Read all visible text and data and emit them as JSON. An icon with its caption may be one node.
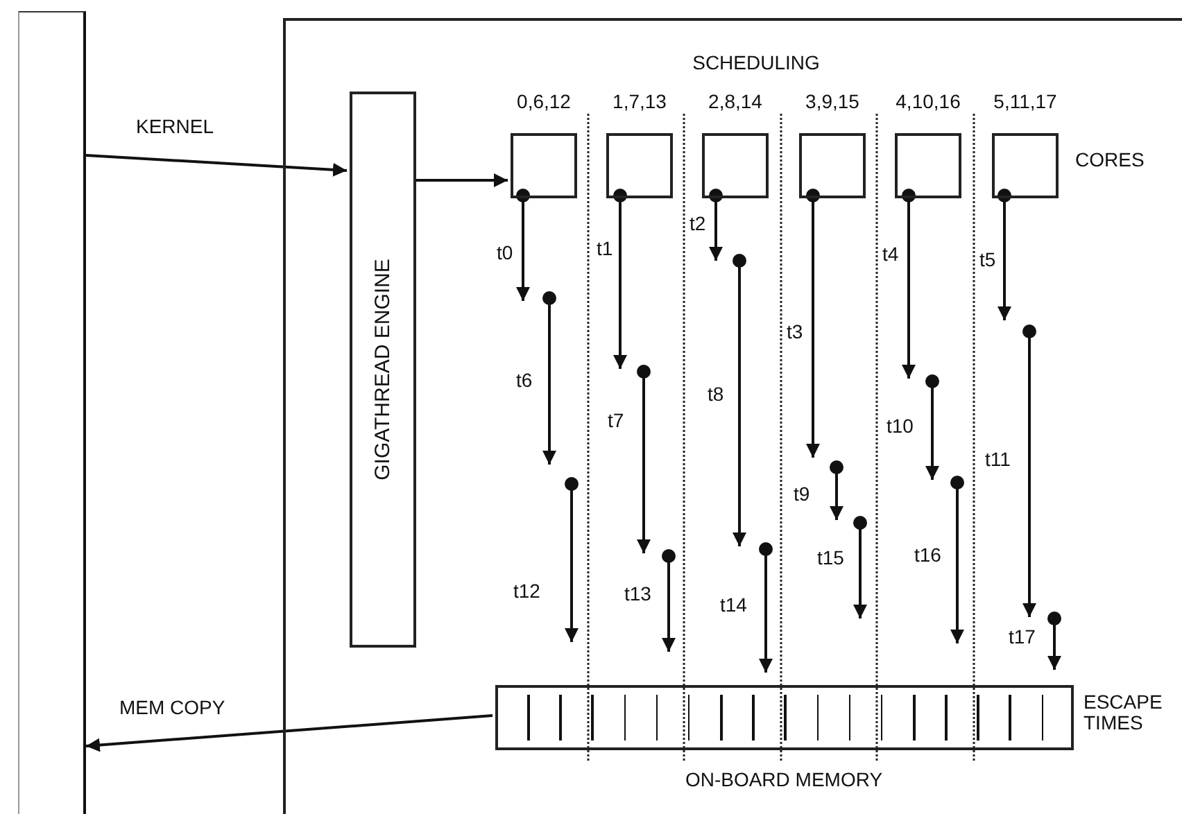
{
  "diagram": {
    "nodes": [
      {
        "text": [],
        "shape": "box"
      },
      {
        "text": [],
        "shape": "box"
      },
      {
        "text": [
          "GIGATHREAD ENGINE"
        ],
        "in": 1
      },
      {
        "text": [],
        "shape": "box",
        "in": 1,
        "beside": [
          "0,6,12"
        ]
      },
      {
        "text": [],
        "shape": "box",
        "in": 1,
        "beside": [
          "1,7,13"
        ]
      },
      {
        "text": [],
        "shape": "box",
        "in": 1,
        "beside": [
          "2,8,14"
        ]
      },
      {
        "text": [],
        "shape": "box",
        "in": 1,
        "beside": [
          "3,9,15"
        ]
      },
      {
        "text": [],
        "shape": "box",
        "in": 1,
        "beside": [
          "4,10,16"
        ]
      },
      {
        "text": [],
        "shape": "box",
        "in": 1,
        "beside": [
          "5,11,17"
        ]
      },
      {
        "text": [],
        "shape": "bar",
        "in": 1,
        "beside": [
          "ESCAPE TIMES",
          "ON-BOARD MEMORY"
        ]
      }
    ],
    "edges": [
      {
        "from": 0,
        "to": 2,
        "arrow": "to",
        "label": "KERNEL"
      },
      {
        "from": 2,
        "to": 3,
        "arrow": "to"
      },
      {
        "from": 9,
        "to": 0,
        "arrow": "to",
        "label": "MEM COPY"
      },
      {
        "from": 3,
        "to": null,
        "arrow": "to",
        "label": "t0"
      },
      {
        "from": 4,
        "to": null,
        "arrow": "to",
        "label": "t1"
      },
      {
        "from": 5,
        "to": null,
        "arrow": "to",
        "label": "t2"
      },
      {
        "from": 6,
        "to": null,
        "arrow": "to",
        "label": "t3"
      },
      {
        "from": 7,
        "to": null,
        "arrow": "to",
        "label": "t4"
      },
      {
        "from": 8,
        "to": null,
        "arrow": "to",
        "label": "t5"
      }
    ],
    "labels": [
      "SCHEDULING",
      "CORES",
      "t6",
      "t7",
      "t8",
      "t9",
      "t10",
      "t11",
      "t12",
      "t13",
      "t14",
      "t15",
      "t16",
      "t17"
    ]
  }
}
